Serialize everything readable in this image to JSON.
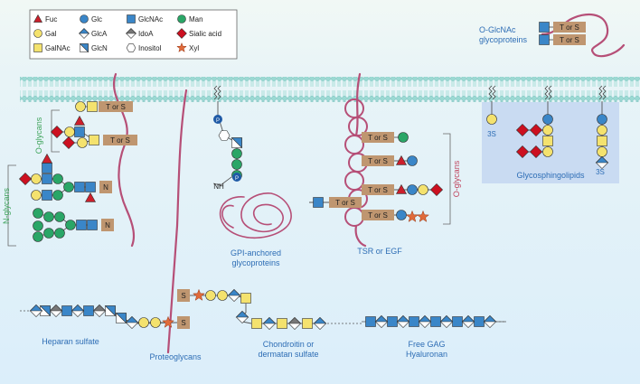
{
  "legend": {
    "items": [
      {
        "label": "Fuc",
        "shape": "triangle",
        "color": "#cc1f2b"
      },
      {
        "label": "Glc",
        "shape": "circle",
        "color": "#3a86c8"
      },
      {
        "label": "GlcNAc",
        "shape": "square",
        "color": "#3a86c8"
      },
      {
        "label": "Man",
        "shape": "circle",
        "color": "#2aa667"
      },
      {
        "label": "Sialic acid",
        "shape": "diamond",
        "color": "#cc1020"
      },
      {
        "label": "Gal",
        "shape": "circle",
        "color": "#f4e26e"
      },
      {
        "label": "GlcA",
        "shape": "half-diamond",
        "color": "#3a86c8"
      },
      {
        "label": "IdoA",
        "shape": "half-diamond",
        "color": "#777777"
      },
      {
        "label": "Xyl",
        "shape": "star",
        "color": "#e06a3a"
      },
      {
        "label": "GalNAc",
        "shape": "square",
        "color": "#f4e26e"
      },
      {
        "label": "GlcN",
        "shape": "half-square",
        "color": "#3a86c8"
      },
      {
        "label": "Inositol",
        "shape": "hexagon",
        "color": "#ffffff"
      }
    ]
  },
  "labels": {
    "o_glcnac": "O-GlcNAc glycoproteins",
    "o_glycans_left": "O-glycans",
    "n_glycans": "N-glycans",
    "gpi": "GPI-anchored glycoproteins",
    "tsr": "TSR or EGF",
    "o_glycans_right": "O-glycans",
    "glycosphingolipids": "Glycosphingolipids",
    "heparan": "Heparan sulfate",
    "proteoglycans": "Proteoglycans",
    "chondroitin": "Chondroitin or dermatan sulfate",
    "free_gag": "Free GAG Hyaluronan"
  },
  "residue": {
    "t_or_s": "T or S",
    "n": "N",
    "s": "S",
    "p": "P",
    "nh": "NH",
    "three_s": "3S"
  },
  "colors": {
    "protein": "#b64f77",
    "box": "#bf9670",
    "membrane": "#8fd3cf",
    "sky_top": "#e9f5f8",
    "sky_bottom": "#d8ecf7",
    "gsl_panel": "#c7d8f0",
    "text_blue": "#2d6db5",
    "text_green": "#3fa45c",
    "phosphate": "#1f5aa6"
  }
}
